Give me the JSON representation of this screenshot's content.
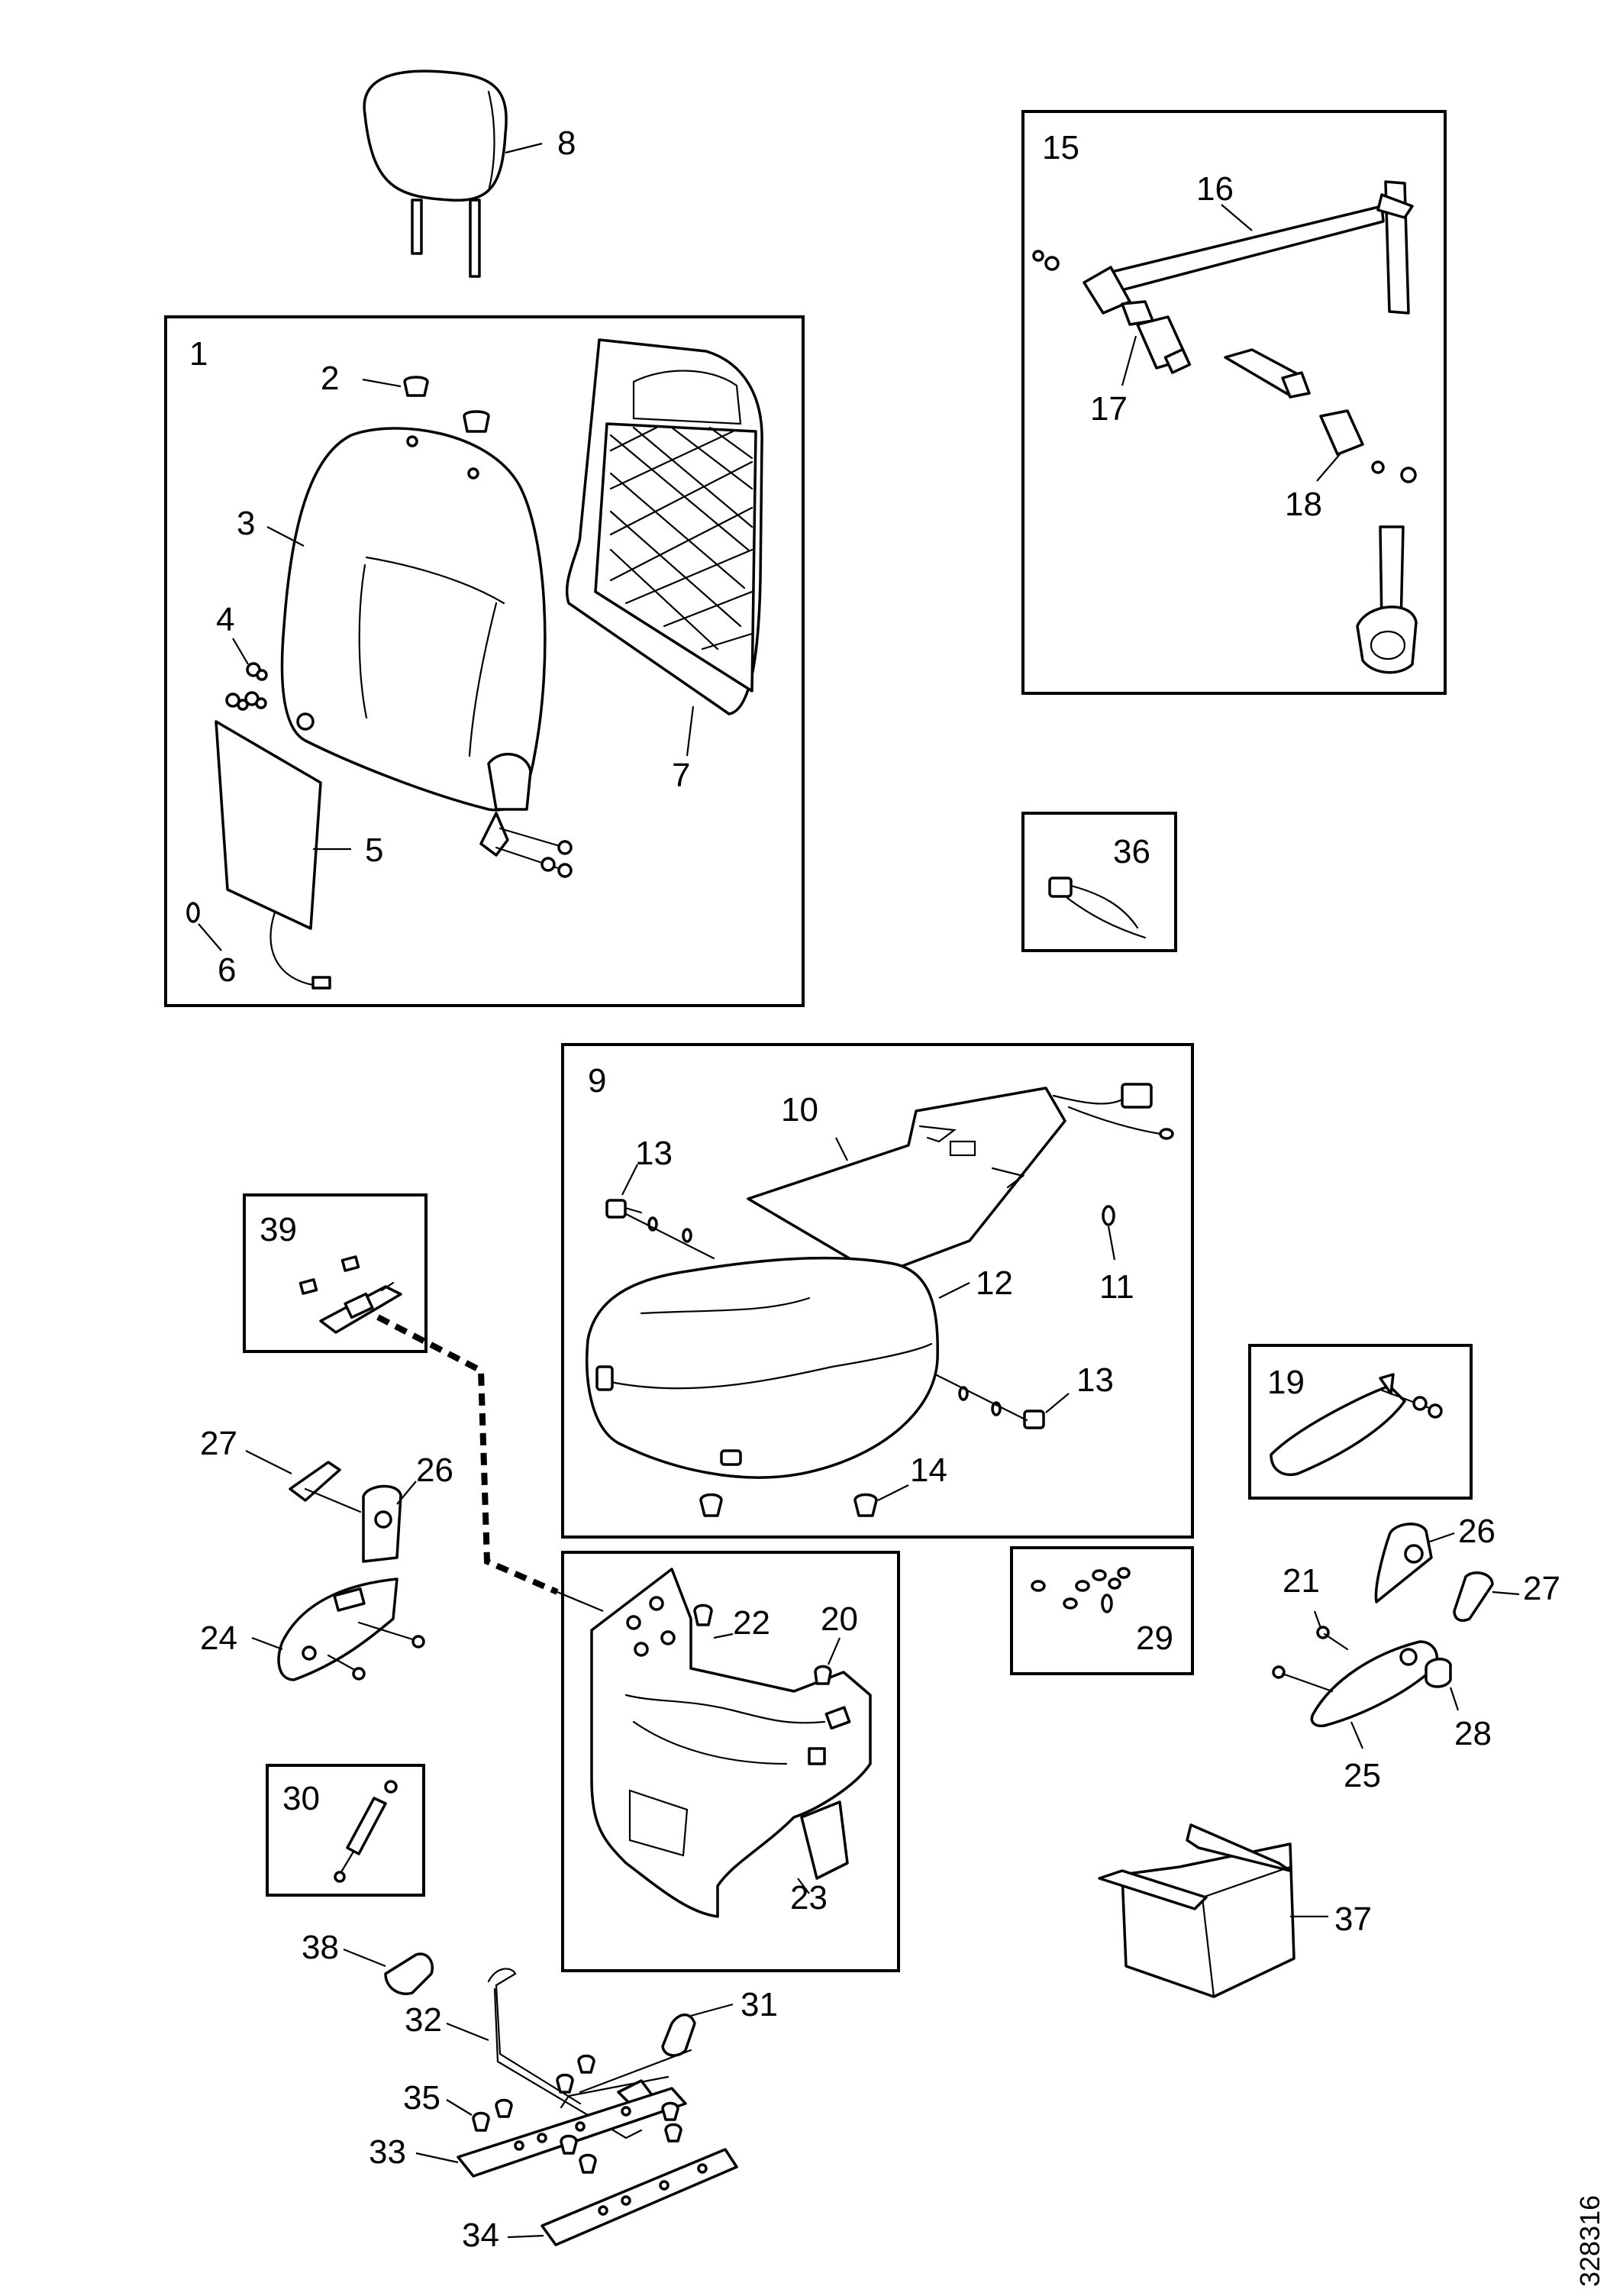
{
  "drawing_id": "328316",
  "groups": {
    "backrest": "1",
    "seat_belt": "15",
    "cushion": "9",
    "cable": "36",
    "kit_39": "39",
    "kit_19": "19",
    "kit_29": "29",
    "kit_30": "30",
    "seat_base": "23"
  },
  "callouts": {
    "c2": "2",
    "c3": "3",
    "c4": "4",
    "c5": "5",
    "c6": "6",
    "c7": "7",
    "c8": "8",
    "c10": "10",
    "c11": "11",
    "c12": "12",
    "c13a": "13",
    "c13b": "13",
    "c14": "14",
    "c16": "16",
    "c17": "17",
    "c18": "18",
    "c20": "20",
    "c21": "21",
    "c22": "22",
    "c24": "24",
    "c25": "25",
    "c26a": "26",
    "c26b": "26",
    "c27a": "27",
    "c27b": "27",
    "c28": "28",
    "c31": "31",
    "c32": "32",
    "c33": "33",
    "c34": "34",
    "c35": "35",
    "c37": "37",
    "c38": "38"
  }
}
